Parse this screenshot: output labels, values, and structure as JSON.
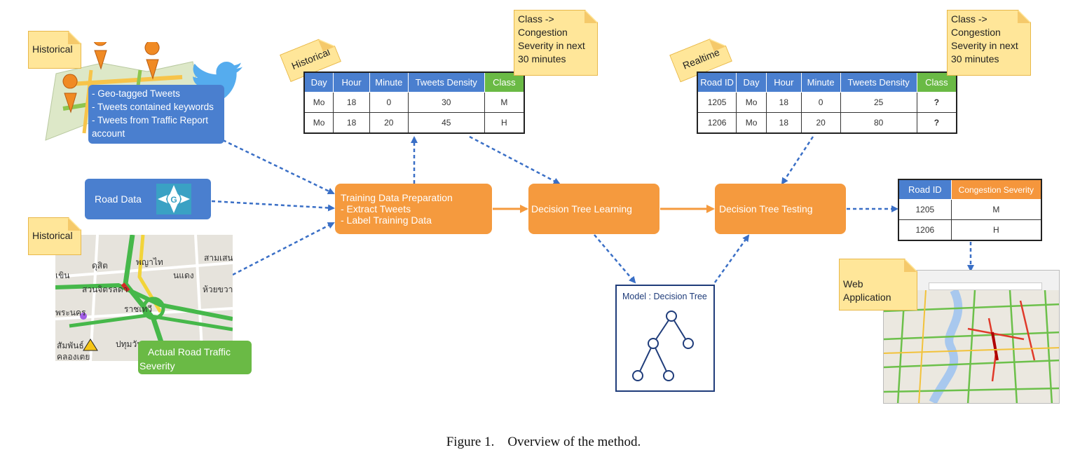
{
  "notes": {
    "historical_1": "Historical",
    "historical_2": "Historical",
    "historical_3": "Historical",
    "realtime": "Realtime",
    "class_1": "Class -> Congestion Severity in next 30 minutes",
    "class_2": "Class -> Congestion Severity in next 30 minutes",
    "web_app": "Web Application"
  },
  "tweets_box": {
    "line1": "- Geo-tagged Tweets",
    "line2": "- Tweets contained keywords",
    "line3": "- Tweets from Traffic Report account"
  },
  "road_data": "Road Data",
  "actual_traffic": "Actual Road Traffic Severity",
  "training_table": {
    "headers": [
      "Day",
      "Hour",
      "Minute",
      "Tweets Density",
      "Class"
    ],
    "rows": [
      [
        "Mo",
        "18",
        "0",
        "30",
        "M"
      ],
      [
        "Mo",
        "18",
        "20",
        "45",
        "H"
      ]
    ]
  },
  "realtime_table": {
    "headers": [
      "Road ID",
      "Day",
      "Hour",
      "Minute",
      "Tweets Density",
      "Class"
    ],
    "rows": [
      [
        "1205",
        "Mo",
        "18",
        "0",
        "25",
        "?"
      ],
      [
        "1206",
        "Mo",
        "18",
        "20",
        "80",
        "?"
      ]
    ]
  },
  "result_table": {
    "headers": [
      "Road ID",
      "Congestion Severity"
    ],
    "rows": [
      [
        "1205",
        "M"
      ],
      [
        "1206",
        "H"
      ]
    ]
  },
  "process": {
    "prep_title": "Training Data Preparation",
    "prep_l1": "- Extract Tweets",
    "prep_l2": "- Label Training Data",
    "learning": "Decision Tree Learning",
    "testing": "Decision Tree Testing"
  },
  "model": "Model : Decision Tree",
  "map_labels": [
    "ดุสิต",
    "พญาไท",
    "สามเสน",
    "สวนจิตรลดา",
    "ราชเทวี",
    "ปทุมวัน",
    "ห้วยขวาง",
    "คลองเตย",
    "สัมพันธ์",
    "พระนคร",
    "เขิน",
    "นแดง"
  ],
  "caption": "Figure 1.    Overview of the method.",
  "colors": {
    "blue": "#4a7fcf",
    "orange": "#f59a3e",
    "green": "#6aba45",
    "note": "#ffe699",
    "arrow": "#3a6fc6"
  }
}
